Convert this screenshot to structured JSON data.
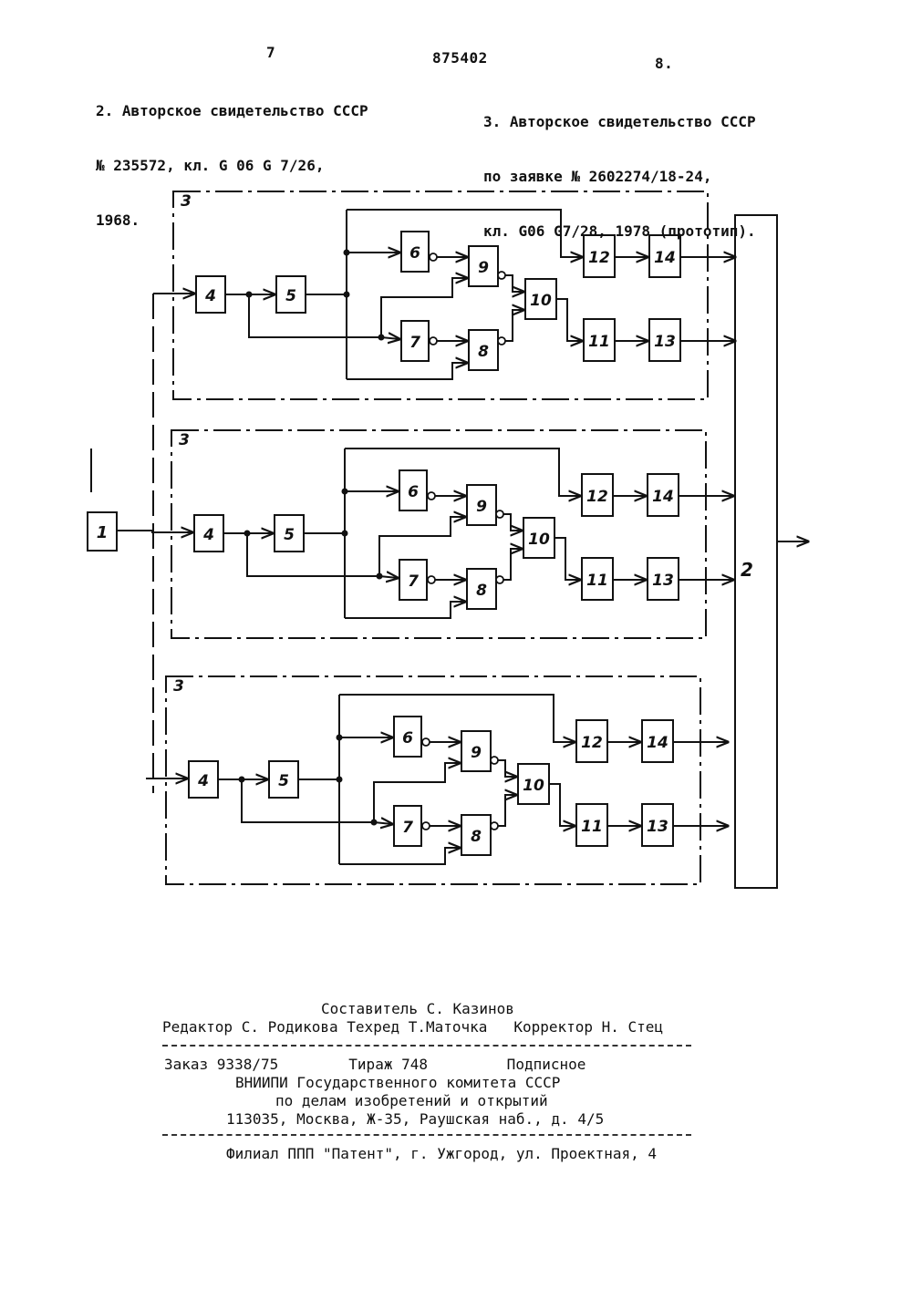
{
  "header": {
    "page_left": "7",
    "patent_number": "875402",
    "page_right": "8."
  },
  "references": {
    "ref2": [
      "2. Авторское свидетельство СССР",
      "№ 235572, кл. G 06 G 7/26,",
      "1968."
    ],
    "ref3": [
      "3. Авторское свидетельство СССР",
      "по заявке № 2602274/18-24,",
      "кл. G06 G7/28, 1978 (прототип)."
    ]
  },
  "diagram": {
    "source_label": "1",
    "output_block_label": "2",
    "group_label": "3",
    "block_labels": {
      "b4": "4",
      "b5": "5",
      "b6": "6",
      "b7": "7",
      "b8": "8",
      "b9": "9",
      "b10": "10",
      "b11": "11",
      "b12": "12",
      "b13": "13",
      "b14": "14"
    }
  },
  "footer": {
    "compiler": "Составитель С. Казинов",
    "editor_line": "Редактор С. Родикова Техред Т.Маточка   Корректор Н. Стец",
    "order_line": "Заказ 9338/75        Тираж 748         Подписное",
    "org_line1": "ВНИИПИ Государственного комитета СССР",
    "org_line2": "по делам изобретений и открытий",
    "address": "113035, Москва, Ж-35, Раушская наб., д. 4/5",
    "branch": "Филиал ППП \"Патент\", г. Ужгород, ул. Проектная, 4"
  }
}
